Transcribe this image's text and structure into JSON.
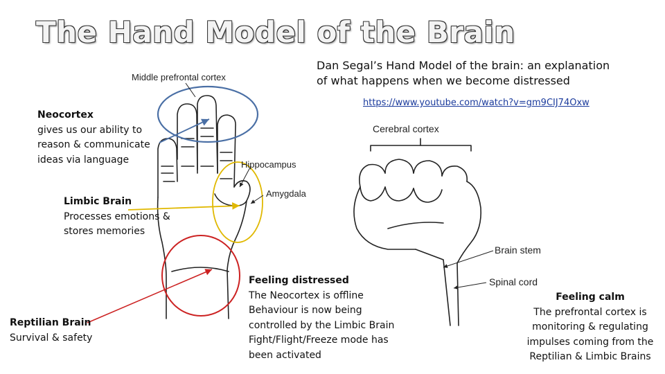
{
  "slide": {
    "title": "The Hand Model of the Brain",
    "subtitle": "Dan Segal’s Hand Model of the brain: an explanation of what happens when we become distressed",
    "link": "https://www.youtube.com/watch?v=gm9CIJ74Oxw"
  },
  "annotations": {
    "neocortex": {
      "heading": "Neocortex",
      "lines": [
        "gives us our ability to",
        "reason & communicate",
        "ideas via language"
      ]
    },
    "limbic": {
      "heading": "Limbic Brain",
      "lines": [
        "Processes emotions &",
        "stores memories"
      ]
    },
    "reptilian": {
      "heading": "Reptilian Brain",
      "lines": [
        "Survival & safety"
      ]
    },
    "distressed": {
      "heading": "Feeling distressed",
      "lines": [
        "The Neocortex is offline",
        "Behaviour is now being",
        "controlled by the Limbic Brain",
        "Fight/Flight/Freeze mode has",
        "been activated"
      ]
    },
    "calm": {
      "heading": "Feeling calm",
      "lines": [
        "The prefrontal cortex is",
        "monitoring & regulating",
        "impulses coming from the",
        "Reptilian & Limbic Brains"
      ]
    }
  },
  "diagram_labels": {
    "middle_prefrontal": "Middle prefrontal cortex",
    "hippocampus": "Hippocampus",
    "amygdala": "Amygdala",
    "cerebral_cortex": "Cerebral cortex",
    "brain_stem": "Brain stem",
    "spinal_cord": "Spinal cord"
  },
  "colors": {
    "neocortex_marker": "#4a6fa5",
    "limbic_marker": "#e0b800",
    "reptilian_marker": "#cc2222",
    "link": "#1a3a9c"
  }
}
